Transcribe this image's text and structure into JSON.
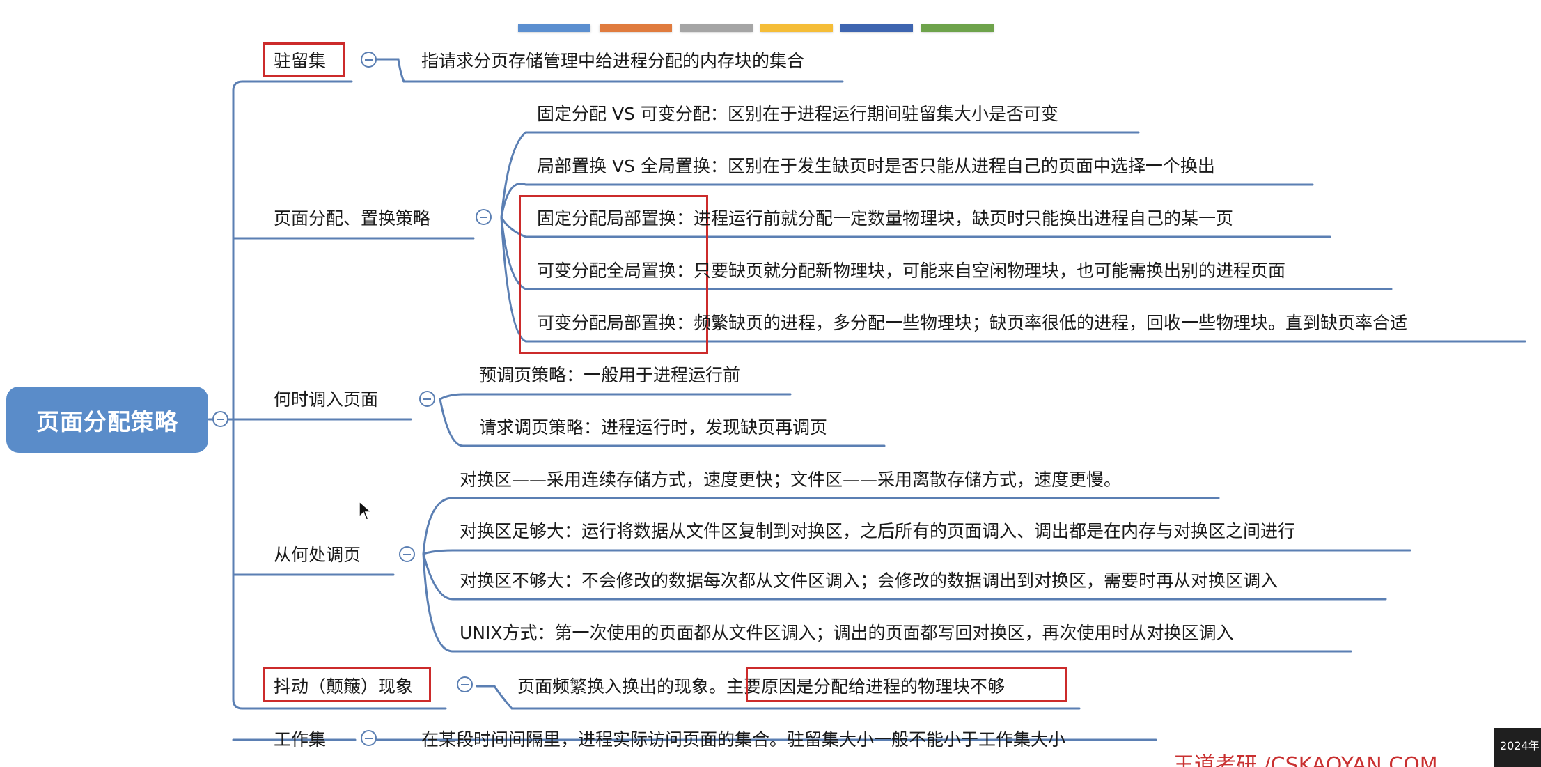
{
  "palette": [
    "#5b8fd0",
    "#e07b3e",
    "#a5a5a5",
    "#f5bd37",
    "#3e65b0",
    "#6ea34b"
  ],
  "root": {
    "label": "页面分配策略"
  },
  "branches": [
    {
      "label": "驻留集",
      "children": [
        "指请求分页存储管理中给进程分配的内存块的集合"
      ]
    },
    {
      "label": "页面分配、置换策略",
      "children": [
        "固定分配 VS 可变分配：区别在于进程运行期间驻留集大小是否可变",
        "局部置换 VS 全局置换：区别在于发生缺页时是否只能从进程自己的页面中选择一个换出",
        "固定分配局部置换：进程运行前就分配一定数量物理块，缺页时只能换出进程自己的某一页",
        "可变分配全局置换：只要缺页就分配新物理块，可能来自空闲物理块，也可能需换出别的进程页面",
        "可变分配局部置换：频繁缺页的进程，多分配一些物理块；缺页率很低的进程，回收一些物理块。直到缺页率合适"
      ]
    },
    {
      "label": "何时调入页面",
      "children": [
        "预调页策略：一般用于进程运行前",
        "请求调页策略：进程运行时，发现缺页再调页"
      ]
    },
    {
      "label": "从何处调页",
      "children": [
        "对换区——采用连续存储方式，速度更快；文件区——采用离散存储方式，速度更慢。",
        "对换区足够大：运行将数据从文件区复制到对换区，之后所有的页面调入、调出都是在内存与对换区之间进行",
        "对换区不够大：不会修改的数据每次都从文件区调入；会修改的数据调出到对换区，需要时再从对换区调入",
        "UNIX方式：第一次使用的页面都从文件区调入；调出的页面都写回对换区，再次使用时从对换区调入"
      ]
    },
    {
      "label": "抖动（颠簸）现象",
      "children": [
        "页面频繁换入换出的现象。主要原因是分配给进程的物理块不够"
      ]
    },
    {
      "label": "工作集",
      "children": [
        "在某段时间间隔里，进程实际访问页面的集合。驻留集大小一般不能小于工作集大小"
      ]
    }
  ],
  "footer": {
    "timestamp": "2024年",
    "watermark": "王道考研 /CSKAOYAN.COM"
  },
  "colors": {
    "line": "#5b7fb3",
    "highlight": "#cc2b2b",
    "root_fill": "#5a8cc9"
  }
}
